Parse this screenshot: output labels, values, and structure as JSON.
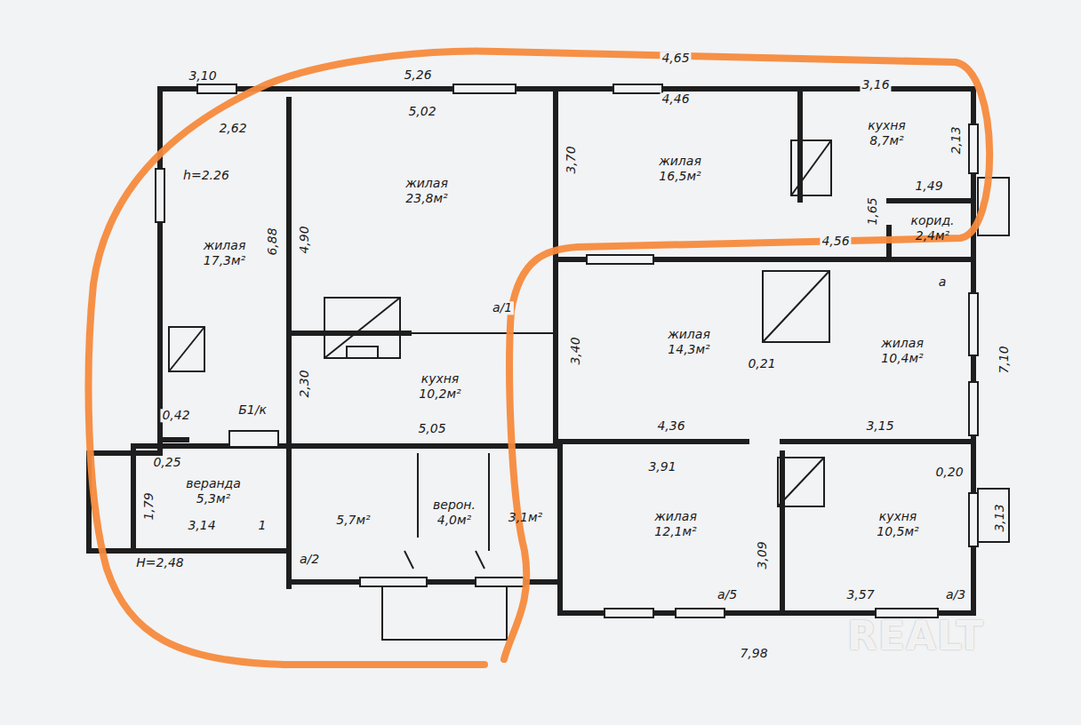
{
  "diagram": {
    "nodes": [
      {
        "text": [
          "жилая 17,3м²"
        ]
      },
      {
        "text": [
          "жилая 23,8м²"
        ]
      },
      {
        "text": [
          "жилая 16,5м²"
        ]
      },
      {
        "text": [
          "кухня 8,7м²"
        ]
      },
      {
        "text": [
          "корид. 2,4м²"
        ]
      },
      {
        "text": [
          "кухня 10,2м²"
        ]
      },
      {
        "text": [
          "жилая 14,3м²"
        ]
      },
      {
        "text": [
          "жилая 10,4м²"
        ]
      },
      {
        "text": [
          "веранда 5,3м²"
        ]
      },
      {
        "text": [
          "5,7м²"
        ]
      },
      {
        "text": [
          "верон. 4,0м²"
        ]
      },
      {
        "text": [
          "3,1м²"
        ]
      },
      {
        "text": [
          "жилая 12,1м²"
        ]
      },
      {
        "text": [
          "кухня 10,5м²"
        ]
      }
    ],
    "labels": [
      "3,10",
      "2,62",
      "h=2.26",
      "5,26",
      "5,02",
      "4,65",
      "4,46",
      "3,16",
      "2,13",
      "1,49",
      "1,65",
      "3,70",
      "6,88",
      "4,90",
      "а/1",
      "2,30",
      "Б1/к",
      "0,42",
      "0,25",
      "1,79",
      "3,14",
      "1",
      "H=2,48",
      "5,05",
      "а/2",
      "3,40",
      "4,56",
      "а",
      "0,21",
      "4,36",
      "3,15",
      "7,10",
      "3,91",
      "0,20",
      "3,09",
      "3,13",
      "а/5",
      "3,57",
      "а/3",
      "7,98",
      "REALT"
    ]
  }
}
